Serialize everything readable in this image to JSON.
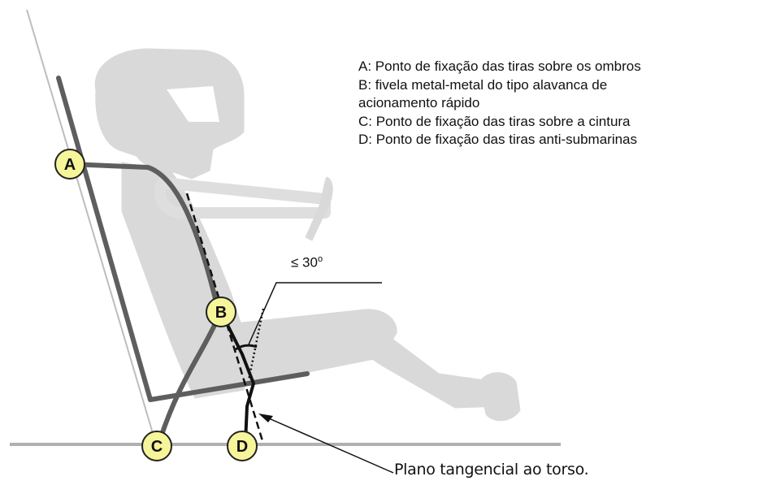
{
  "legend": {
    "line1": "A: Ponto de fixação das tiras sobre os ombros",
    "line2": "B: fivela  metal-metal do tipo alavanca  de",
    "line3": "acionamento rápido",
    "line4": "C: Ponto de fixação das tiras sobre a cintura",
    "line5": "D: Ponto de fixação das tiras anti-submarinas"
  },
  "markers": {
    "a": "A",
    "b": "B",
    "c": "C",
    "d": "D"
  },
  "angle_label": "≤ 30",
  "angle_unit": "o",
  "plane_label": "Plano tangencial ao torso.",
  "colors": {
    "marker_fill": "#f7f59a",
    "marker_stroke": "#222222",
    "seat_frame": "#5e5e5e",
    "silhouette": "#d9d9d9",
    "floor": "#b0b0b0"
  }
}
